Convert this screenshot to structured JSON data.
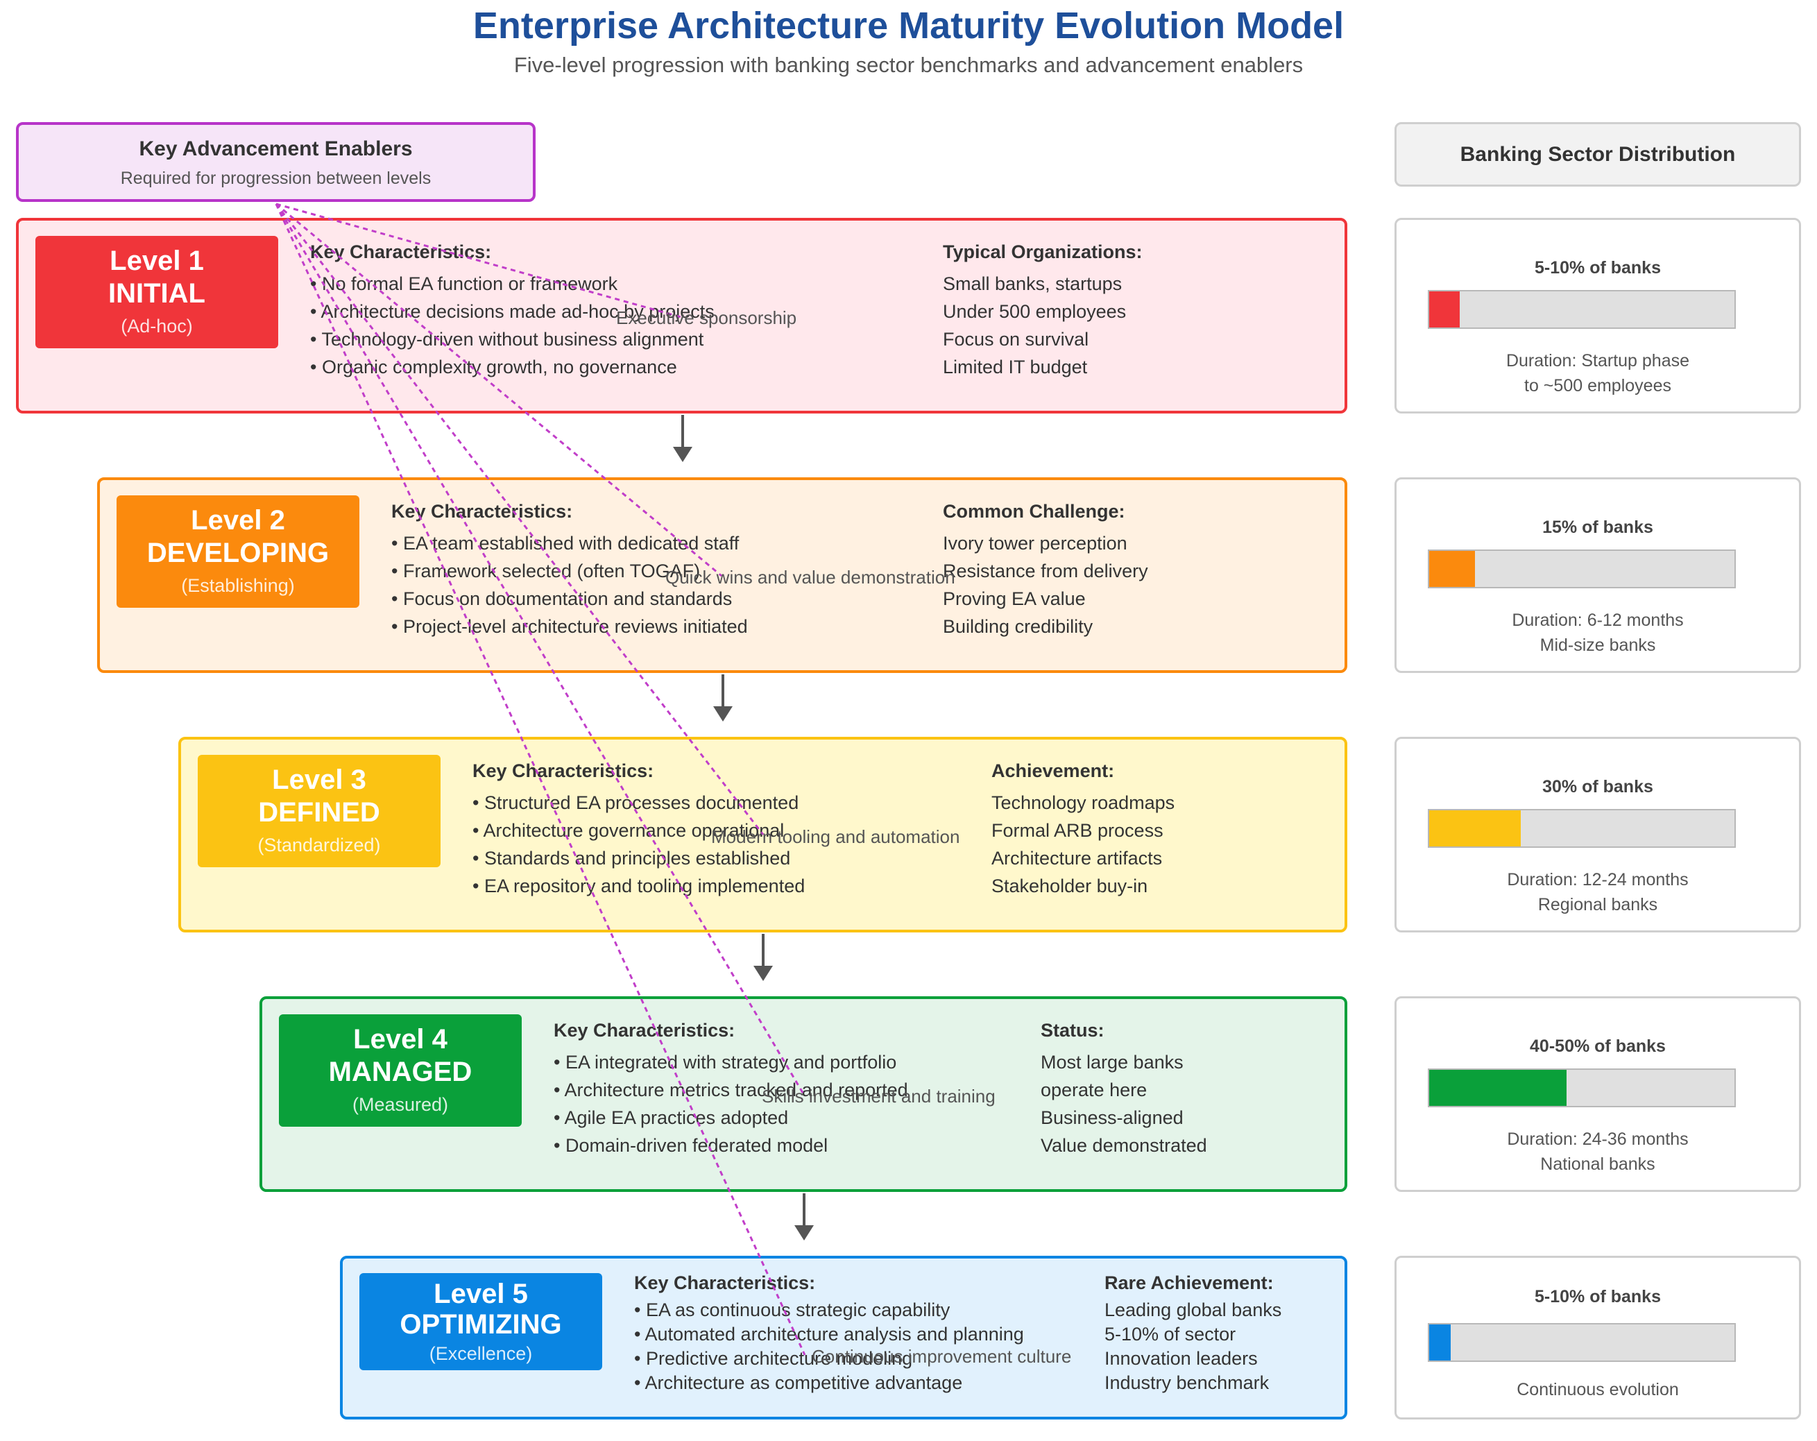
{
  "title": "Enterprise Architecture Maturity Evolution Model",
  "subtitle": "Five-level progression with banking sector benchmarks and advancement enablers",
  "enablers": {
    "title": "Key Advancement Enablers",
    "subtitle": "Required for progression between levels",
    "items": [
      "Executive sponsorship",
      "Quick wins and value demonstration",
      "Modern tooling and automation",
      "Skills investment and training",
      "Continuous improvement culture"
    ],
    "line_color": "#c13ec9"
  },
  "levels": [
    {
      "name": "Level 1",
      "stage": "INITIAL",
      "qualifier": "(Ad-hoc)",
      "color": "#f0353a",
      "background": "#ffe8ec",
      "characteristics_header": "Key Characteristics:",
      "characteristics": [
        "• No formal EA function or framework",
        "• Architecture decisions made ad-hoc by projects",
        "• Technology-driven without business alignment",
        "• Organic complexity growth, no governance"
      ],
      "side_header": "Typical Organizations:",
      "side_items": [
        "Small banks, startups",
        "Under 500 employees",
        "Focus on survival",
        "Limited IT budget"
      ]
    },
    {
      "name": "Level 2",
      "stage": "DEVELOPING",
      "qualifier": "(Establishing)",
      "color": "#fb8a0d",
      "background": "#fff1e1",
      "characteristics_header": "Key Characteristics:",
      "characteristics": [
        "• EA team established with dedicated staff",
        "• Framework selected (often TOGAF)",
        "• Focus on documentation and standards",
        "• Project-level architecture reviews initiated"
      ],
      "side_header": "Common Challenge:",
      "side_items": [
        "Ivory tower perception",
        "Resistance from delivery",
        "Proving EA value",
        "Building credibility"
      ]
    },
    {
      "name": "Level 3",
      "stage": "DEFINED",
      "qualifier": "(Standardized)",
      "color": "#fbc313",
      "background": "#fff8cc",
      "characteristics_header": "Key Characteristics:",
      "characteristics": [
        "• Structured EA processes documented",
        "• Architecture governance operational",
        "• Standards and principles established",
        "• EA repository and tooling implemented"
      ],
      "side_header": "Achievement:",
      "side_items": [
        "Technology roadmaps",
        "Formal ARB process",
        "Architecture artifacts",
        "Stakeholder buy-in"
      ]
    },
    {
      "name": "Level 4",
      "stage": "MANAGED",
      "qualifier": "(Measured)",
      "color": "#0aa03a",
      "background": "#e4f4e9",
      "characteristics_header": "Key Characteristics:",
      "characteristics": [
        "• EA integrated with strategy and portfolio",
        "• Architecture metrics tracked and reported",
        "• Agile EA practices adopted",
        "• Domain-driven federated model"
      ],
      "side_header": "Status:",
      "side_items": [
        "Most large banks",
        "operate here",
        "Business-aligned",
        "Value demonstrated"
      ]
    },
    {
      "name": "Level 5",
      "stage": "OPTIMIZING",
      "qualifier": "(Excellence)",
      "color": "#0a85e2",
      "background": "#e1f1fd",
      "characteristics_header": "Key Characteristics:",
      "characteristics": [
        "• EA as continuous strategic capability",
        "• Automated architecture analysis and planning",
        "• Predictive architecture modeling",
        "• Architecture as competitive advantage"
      ],
      "side_header": "Rare Achievement:",
      "side_items": [
        "Leading global banks",
        "5-10% of sector",
        "Innovation leaders",
        "Industry benchmark"
      ]
    }
  ],
  "distribution": {
    "header": "Banking Sector Distribution",
    "cards": [
      {
        "label": "5-10% of banks",
        "fill_fraction": 0.1,
        "color": "#f0353a",
        "duration": [
          "Duration: Startup phase",
          "to ~500 employees"
        ]
      },
      {
        "label": "15% of banks",
        "fill_fraction": 0.15,
        "color": "#fb8a0d",
        "duration": [
          "Duration: 6-12 months",
          "Mid-size banks"
        ]
      },
      {
        "label": "30% of banks",
        "fill_fraction": 0.3,
        "color": "#fbc313",
        "duration": [
          "Duration: 12-24 months",
          "Regional banks"
        ]
      },
      {
        "label": "40-50% of banks",
        "fill_fraction": 0.45,
        "color": "#0aa03a",
        "duration": [
          "Duration: 24-36 months",
          "National banks"
        ]
      },
      {
        "label": "5-10% of banks",
        "fill_fraction": 0.07,
        "color": "#0a85e2",
        "duration": [
          "Continuous evolution"
        ]
      }
    ]
  }
}
